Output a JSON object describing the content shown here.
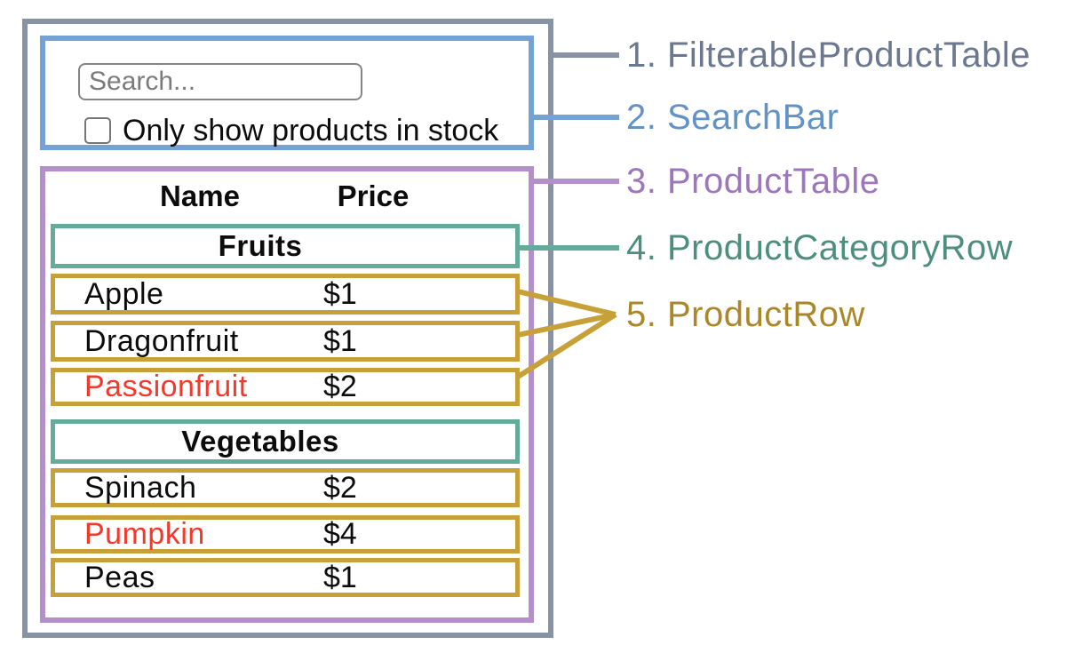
{
  "search_bar": {
    "search_placeholder": "Search...",
    "checkbox_label": "Only show products in stock",
    "checkbox_checked": false
  },
  "product_table": {
    "name_header": "Name",
    "price_header": "Price",
    "sections": [
      {
        "category": "Fruits",
        "rows": [
          {
            "name": "Apple",
            "price": "$1",
            "out_of_stock": false
          },
          {
            "name": "Dragonfruit",
            "price": "$1",
            "out_of_stock": false
          },
          {
            "name": "Passionfruit",
            "price": "$2",
            "out_of_stock": true
          }
        ]
      },
      {
        "category": "Vegetables",
        "rows": [
          {
            "name": "Spinach",
            "price": "$2",
            "out_of_stock": false
          },
          {
            "name": "Pumpkin",
            "price": "$4",
            "out_of_stock": true
          },
          {
            "name": "Peas",
            "price": "$1",
            "out_of_stock": false
          }
        ]
      }
    ]
  },
  "legend": {
    "items": [
      {
        "label": "1. FilterableProductTable",
        "color": "#6b7890"
      },
      {
        "label": "2. SearchBar",
        "color": "#6292c6"
      },
      {
        "label": "3. ProductTable",
        "color": "#9c77bb"
      },
      {
        "label": "4. ProductCategoryRow",
        "color": "#4c8f7e"
      },
      {
        "label": "5. ProductRow",
        "color": "#ab872b"
      }
    ]
  },
  "colors": {
    "filterable_product_table_border": "#8792a4",
    "search_bar_border": "#74a2d5",
    "product_table_border": "#b490cb",
    "product_category_row_border": "#65ab9b",
    "product_row_border": "#c7a138",
    "out_of_stock_text": "#f2392c"
  }
}
